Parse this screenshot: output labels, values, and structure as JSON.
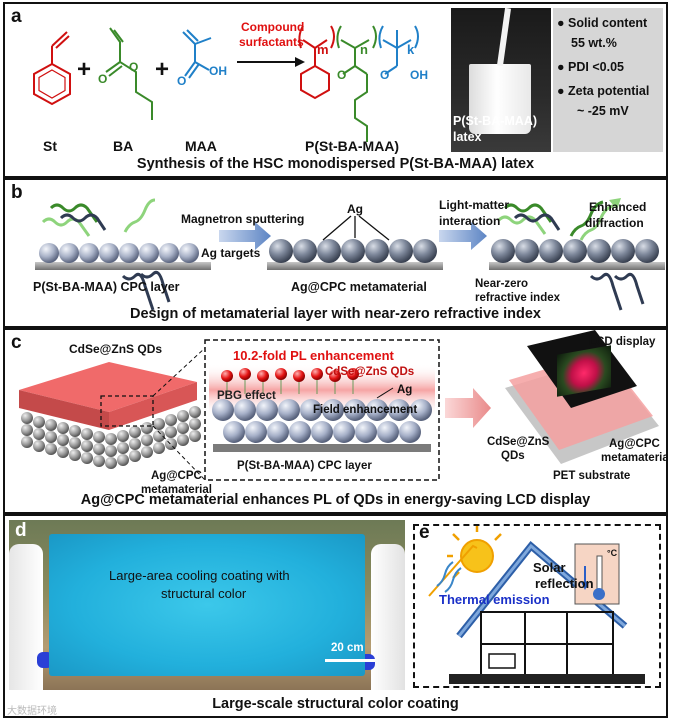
{
  "panel_a": {
    "label": "a",
    "monomer_st": "St",
    "monomer_ba": "BA",
    "monomer_maa": "MAA",
    "plus": "+",
    "arrow_label": [
      "Compound",
      "surfactants"
    ],
    "product": "P(St-BA-MAA)",
    "sub_m": "m",
    "sub_n": "n",
    "sub_k": "k",
    "atom_o": "O",
    "atom_oh": "OH",
    "photo_label": [
      "P(St-BA-MAA)",
      "latex"
    ],
    "props": [
      "Solid content",
      "55 wt.%",
      "PDI <0.05",
      "Zeta potential",
      "~ -25 mV"
    ],
    "caption": "Synthesis of the HSC monodispersed P(St-BA-MAA) latex"
  },
  "panel_b": {
    "label": "b",
    "step1": [
      "Magnetron sputtering",
      "Ag targets"
    ],
    "ag": "Ag",
    "step2": [
      "Light-matter",
      "interaction"
    ],
    "enhanced": [
      "Enhanced",
      "diffraction"
    ],
    "layer1": "P(St-BA-MAA) CPC layer",
    "layer2": "Ag@CPC metamaterial",
    "nearzero": [
      "Near-zero",
      "refractive index"
    ],
    "caption": "Design of metamaterial layer with near-zero refractive index"
  },
  "panel_c": {
    "label": "c",
    "qd_label": "CdSe@ZnS QDs",
    "agcpc_label": [
      "Ag@CPC",
      "metamaterial"
    ],
    "inset_title": "10.2-fold PL enhancement",
    "inset_qd": "CdSe@ZnS QDs",
    "pbg": "PBG effect",
    "ag": "Ag",
    "field": "Field enhancement",
    "cpc_layer": "P(St-BA-MAA) CPC layer",
    "lcd": "LCD display",
    "qd2": [
      "CdSe@ZnS",
      "QDs"
    ],
    "agcpc2": [
      "Ag@CPC",
      "metamaterial"
    ],
    "pet": "PET substrate",
    "caption": "Ag@CPC metamaterial enhances PL of QDs in energy-saving LCD display"
  },
  "panel_d": {
    "label": "d",
    "photo_text": [
      "Large-area cooling coating with",
      "structural color"
    ],
    "scale": "20 cm"
  },
  "panel_e": {
    "label": "e",
    "solar": [
      "Solar",
      "reflection"
    ],
    "thermal": "Thermal emission",
    "unit": "°C"
  },
  "caption_de": "Large-scale structural color coating",
  "watermark": "大数据环境",
  "colors": {
    "red": "#e01010",
    "green": "#3a8a2a",
    "blue": "#2080c8",
    "cyan": "#2ab4d8",
    "dark": "#111111"
  }
}
